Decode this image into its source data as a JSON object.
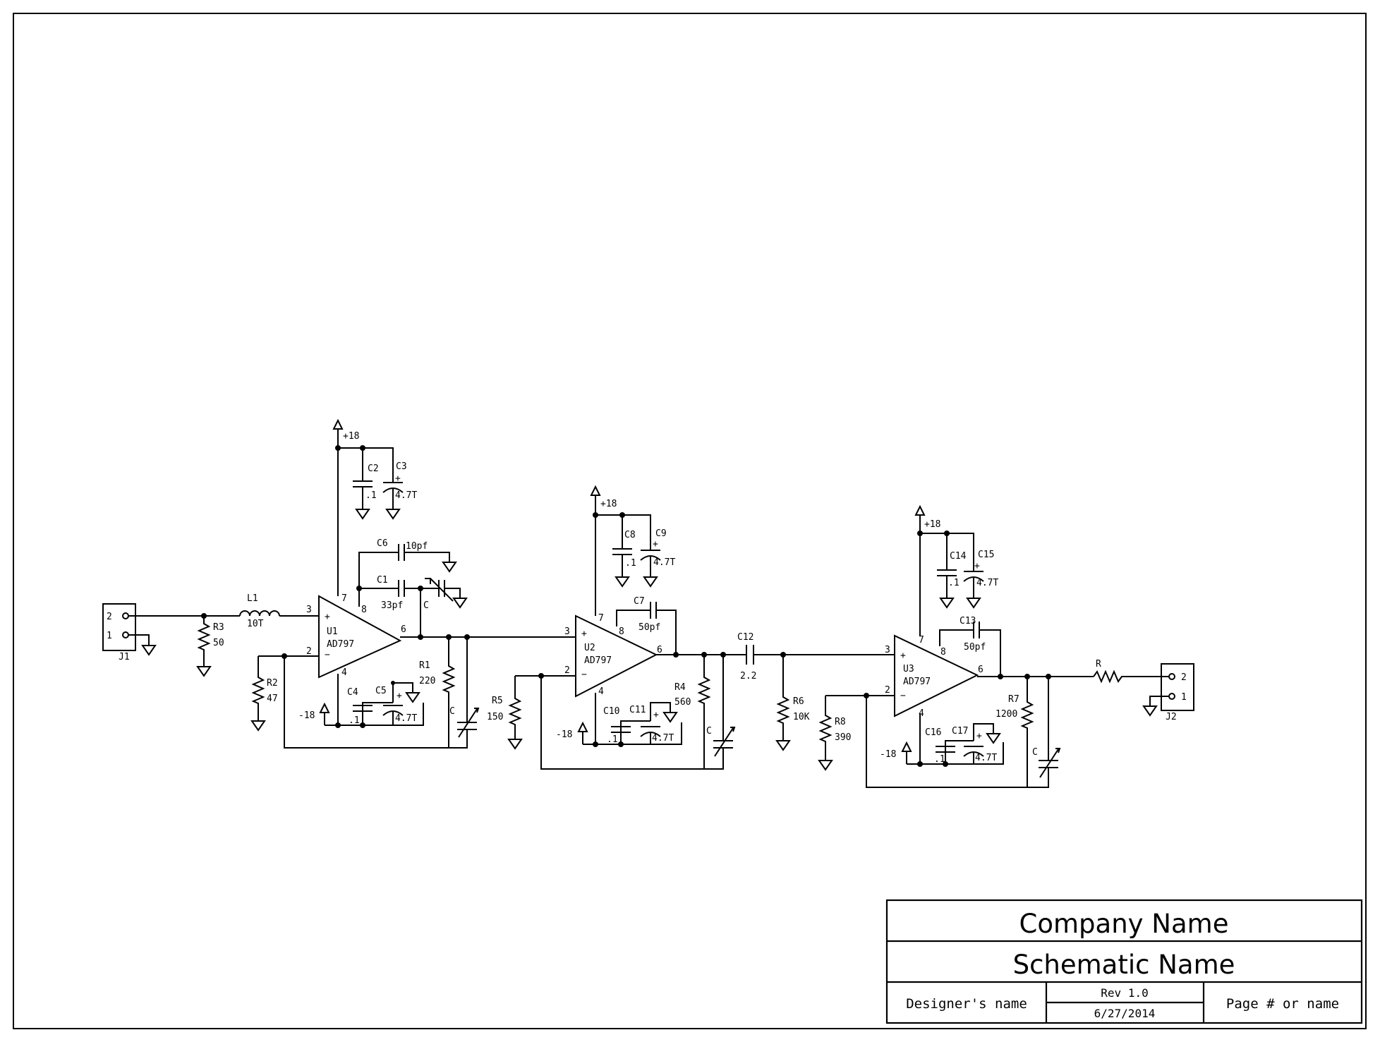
{
  "schematic": {
    "connectors": {
      "j1": {
        "ref": "J1",
        "pin2": "2",
        "pin1": "1"
      },
      "j2": {
        "ref": "J2",
        "pin2": "2",
        "pin1": "1"
      }
    },
    "opamps": [
      {
        "ref": "U1",
        "part": "AD797",
        "pin3": "3",
        "pin2": "2",
        "pin6": "6",
        "pin7": "7",
        "pin4": "4",
        "pin8": "8",
        "plus": "+",
        "minus": "−"
      },
      {
        "ref": "U2",
        "part": "AD797",
        "pin3": "3",
        "pin2": "2",
        "pin6": "6",
        "pin7": "7",
        "pin4": "4",
        "pin8": "8",
        "plus": "+",
        "minus": "−"
      },
      {
        "ref": "U3",
        "part": "AD797",
        "pin3": "3",
        "pin2": "2",
        "pin6": "6",
        "pin7": "7",
        "pin4": "4",
        "pin8": "8",
        "plus": "+",
        "minus": "−"
      }
    ],
    "supplies": {
      "positive": "+18",
      "negative": "-18"
    },
    "resistors": [
      {
        "ref": "R3",
        "value": "50"
      },
      {
        "ref": "R2",
        "value": "47"
      },
      {
        "ref": "R1",
        "value": "220"
      },
      {
        "ref": "R5",
        "value": "150"
      },
      {
        "ref": "R4",
        "value": "560"
      },
      {
        "ref": "R6",
        "value": "10K"
      },
      {
        "ref": "R8",
        "value": "390"
      },
      {
        "ref": "R7",
        "value": "1200"
      },
      {
        "ref": "R",
        "value": ""
      }
    ],
    "inductor": {
      "ref": "L1",
      "value": "10T"
    },
    "capacitors": [
      {
        "ref": "C2",
        "value": ".1"
      },
      {
        "ref": "C3",
        "value": "4.7T"
      },
      {
        "ref": "C6",
        "value": "10pf"
      },
      {
        "ref": "C1",
        "value": "33pf"
      },
      {
        "ref": "C4",
        "value": ".1"
      },
      {
        "ref": "C5",
        "value": "4.7T"
      },
      {
        "ref": "C8",
        "value": ".1"
      },
      {
        "ref": "C9",
        "value": "4.7T"
      },
      {
        "ref": "C7",
        "value": "50pf"
      },
      {
        "ref": "C10",
        "value": ".1"
      },
      {
        "ref": "C11",
        "value": "4.7T"
      },
      {
        "ref": "C12",
        "value": "2.2"
      },
      {
        "ref": "C14",
        "value": ".1"
      },
      {
        "ref": "C15",
        "value": "4.7T"
      },
      {
        "ref": "C13",
        "value": "50pf"
      },
      {
        "ref": "C16",
        "value": ".1"
      },
      {
        "ref": "C17",
        "value": "4.7T"
      }
    ],
    "trimmers": {
      "label": "C"
    },
    "polarity_mark": "+"
  },
  "title_block": {
    "company": "Company Name",
    "schematic_name": "Schematic Name",
    "designer": "Designer's name",
    "rev": "Rev 1.0",
    "date": "6/27/2014",
    "page": "Page # or name"
  }
}
